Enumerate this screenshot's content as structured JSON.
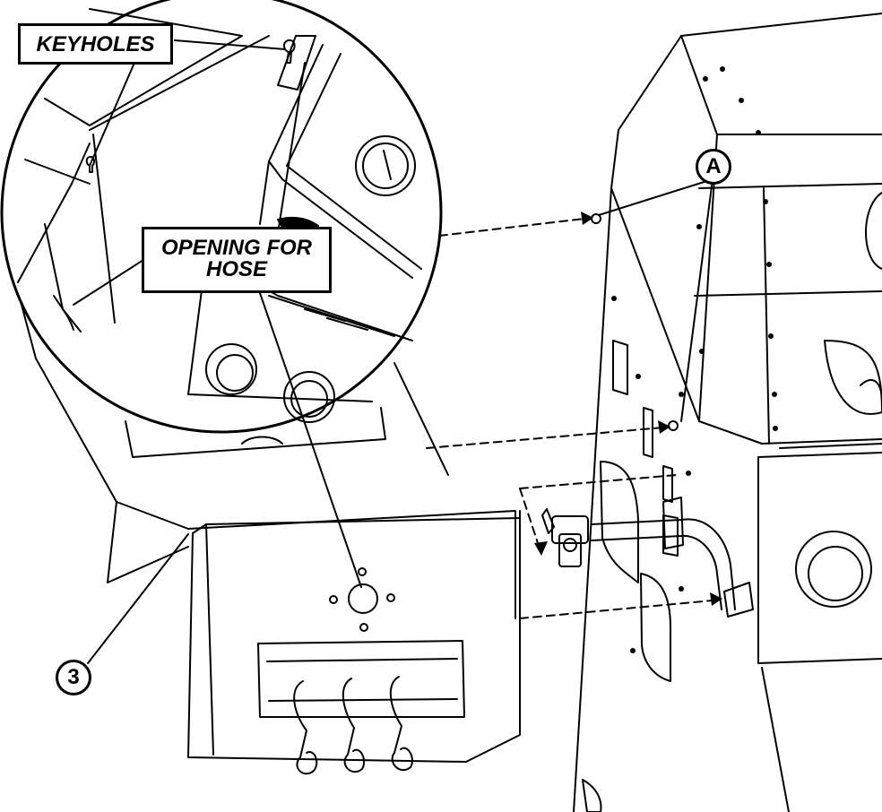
{
  "callouts": {
    "keyholes": "KEYHOLES",
    "hose_line1": "OPENING FOR",
    "hose_line2": "HOSE"
  },
  "labels": {
    "part_a": "A",
    "part_3": "3"
  },
  "colors": {
    "ink": "#000000",
    "paper": "#ffffff"
  }
}
